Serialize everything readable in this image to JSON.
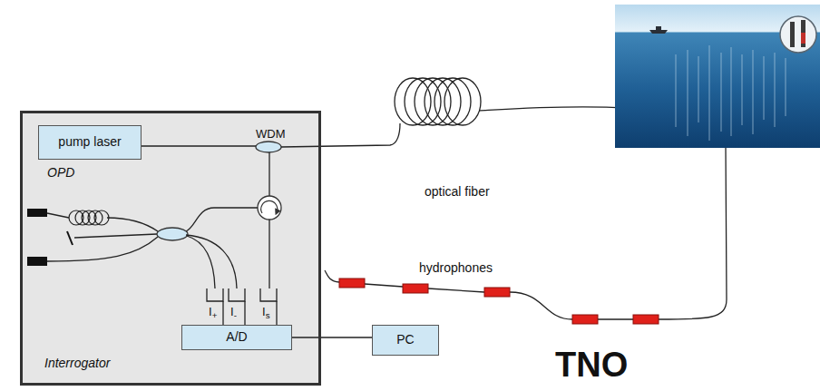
{
  "diagram": {
    "nodes": [
      {
        "text": [
          "Interrogator"
        ]
      },
      {
        "text": [
          "pump laser"
        ],
        "in": 0
      },
      {
        "text": [
          "A/D"
        ],
        "in": 0
      },
      {
        "text": [
          "PC"
        ]
      }
    ],
    "edges": [
      {
        "from": 2,
        "to": 3,
        "arrow": "none"
      }
    ],
    "labels": [
      "WDM",
      "OPD",
      "I+",
      "I-",
      "Is",
      "optical fiber",
      "hydrophones",
      "TNO"
    ]
  }
}
